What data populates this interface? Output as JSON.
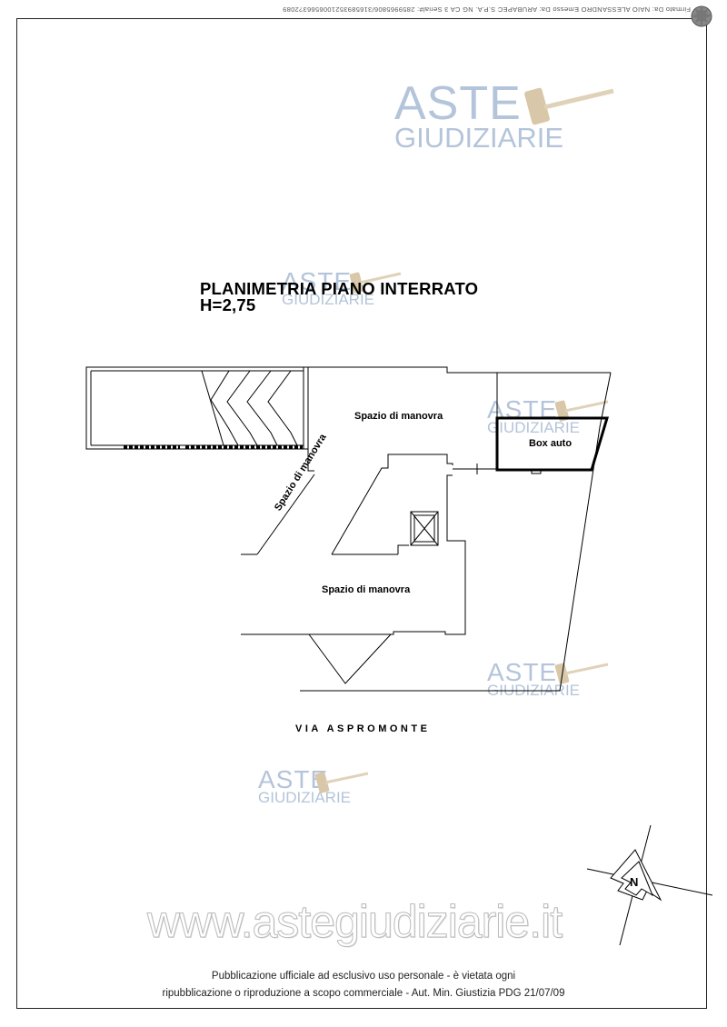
{
  "document": {
    "signature_line": "Firmato Da: NAIO ALESSANDRO Emesso Da: ARUBAPEC S.P.A. NG CA 3 Serial#: 2859965806/31658935210065663?2089",
    "title_line1": "PLANIMETRIA PIANO INTERRATO",
    "title_line2": "H=2,75"
  },
  "plan_labels": {
    "maneuver_top": "Spazio di manovra",
    "box_auto": "Box auto",
    "maneuver_diagonal": "Spazio di manovra",
    "maneuver_bottom": "Spazio di manovra",
    "street": "VIA ASPROMONTE"
  },
  "watermarks": {
    "brand_line1": "ASTE",
    "brand_line2": "GIUDIZIARIE",
    "website": "www.astegiudiziarie.it"
  },
  "footer": {
    "line1": "Pubblicazione ufficiale ad esclusivo uso personale - è vietata ogni",
    "line2": "ripubblicazione o riproduzione a scopo commerciale - Aut. Min. Giustizia PDG 21/07/09"
  },
  "colors": {
    "watermark": "#b4c4da",
    "line": "#000000"
  }
}
